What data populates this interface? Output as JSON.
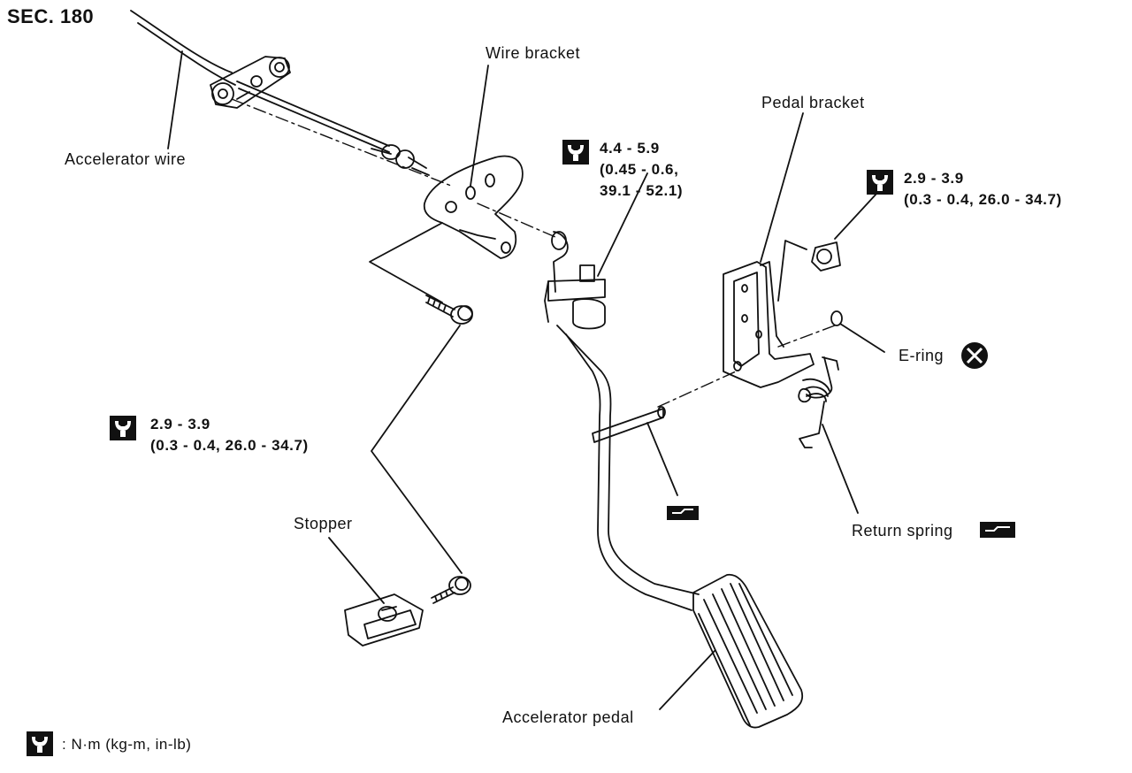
{
  "section": "SEC. 180",
  "labels": {
    "wire_bracket": "Wire bracket",
    "accelerator_wire": "Accelerator wire",
    "pedal_bracket": "Pedal bracket",
    "e_ring": "E-ring",
    "return_spring": "Return spring",
    "stopper": "Stopper",
    "accelerator_pedal": "Accelerator pedal"
  },
  "torques": {
    "center": {
      "line1": "4.4 - 5.9",
      "line2": "(0.45 - 0.6,",
      "line3": "39.1 - 52.1)"
    },
    "right": {
      "line1": "2.9 - 3.9",
      "line2": "(0.3 - 0.4, 26.0 - 34.7)"
    },
    "left": {
      "line1": "2.9 - 3.9",
      "line2": "(0.3 - 0.4, 26.0 - 34.7)"
    }
  },
  "legend": {
    "text": ": N·m (kg-m, in-lb)",
    "icon": "torque-wrench-icon"
  },
  "icons": {
    "torque": "torque-wrench-icon",
    "grease": "grease-symbol-icon",
    "replace": "replace-cross-icon"
  }
}
